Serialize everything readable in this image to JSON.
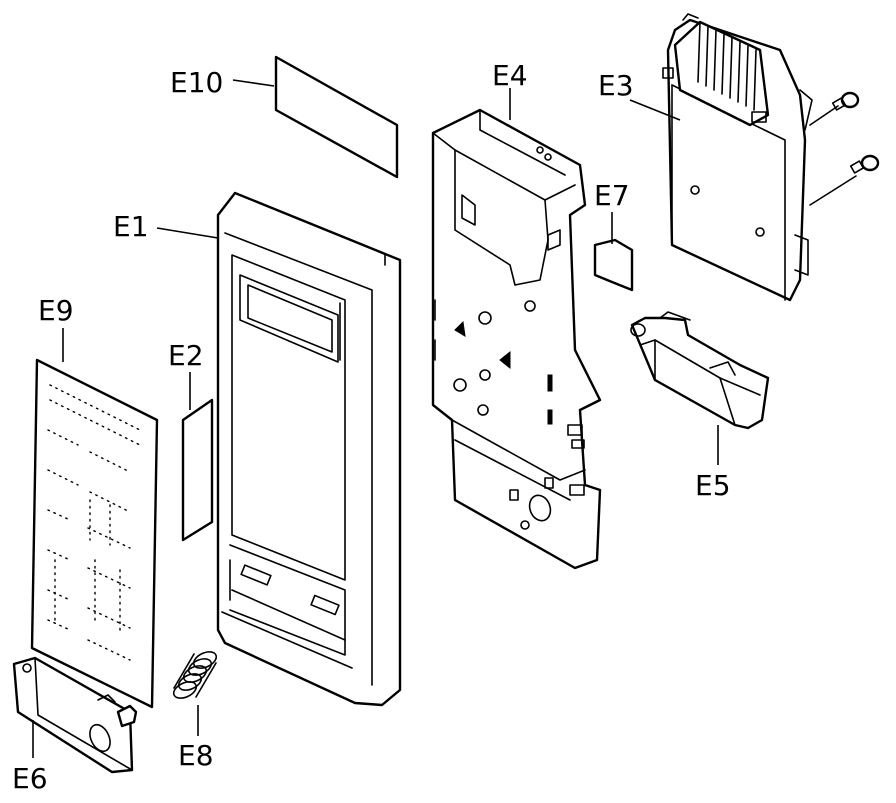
{
  "labels": {
    "e1": "E1",
    "e2": "E2",
    "e3": "E3",
    "e4": "E4",
    "e5": "E5",
    "e6": "E6",
    "e7": "E7",
    "e8": "E8",
    "e9": "E9",
    "e10": "E10"
  },
  "colors": {
    "line": "#000000",
    "background": "#ffffff"
  }
}
